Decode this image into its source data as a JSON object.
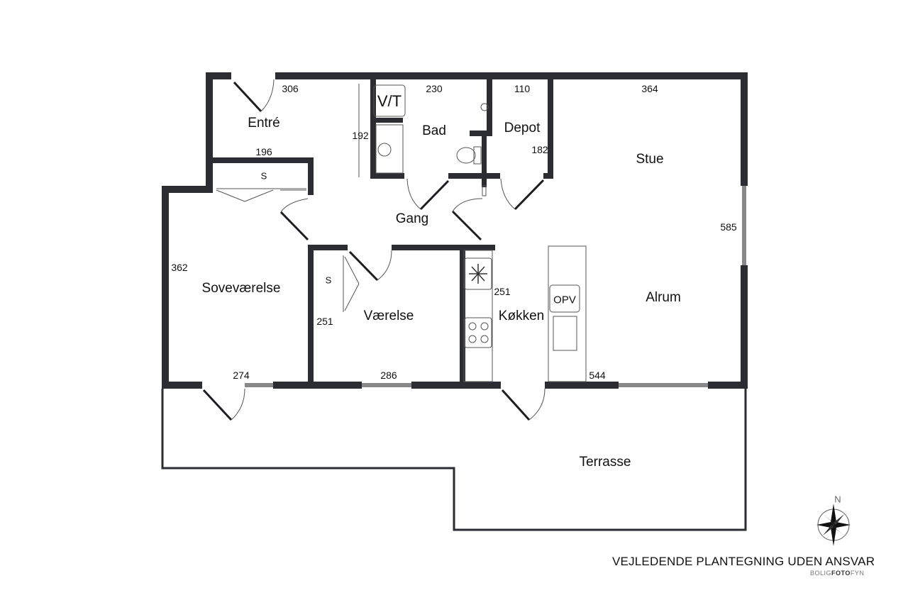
{
  "rooms": {
    "entre": "Entré",
    "bad": "Bad",
    "depot": "Depot",
    "stue": "Stue",
    "gang": "Gang",
    "sovevaerelse": "Soveværelse",
    "vaerelse": "Værelse",
    "kokken": "Køkken",
    "alrum": "Alrum",
    "terrasse": "Terrasse",
    "skab1": "S",
    "skab2": "S"
  },
  "fixtures": {
    "washer_dryer": "V/T",
    "dishwasher": "OPV"
  },
  "dimensions": {
    "entre_width": "306",
    "bad_width": "230",
    "depot_width": "110",
    "stue_width": "364",
    "bad_depth": "192",
    "closet_width": "196",
    "depot_depth": "182",
    "alrum_depth": "585",
    "sove_depth": "362",
    "kokken_depth": "251",
    "vaerelse_depth": "251",
    "sove_width": "274",
    "vaerelse_width": "286",
    "alrum_width": "544"
  },
  "compass": {
    "north": "N"
  },
  "footer": {
    "disclaimer": "VEJLEDENDE PLANTEGNING UDEN ANSVAR",
    "brand_a": "BOLIG",
    "brand_b": "FOTO",
    "brand_c": "FYN"
  },
  "colors": {
    "wall": "#2b2d33",
    "window": "#888888"
  }
}
